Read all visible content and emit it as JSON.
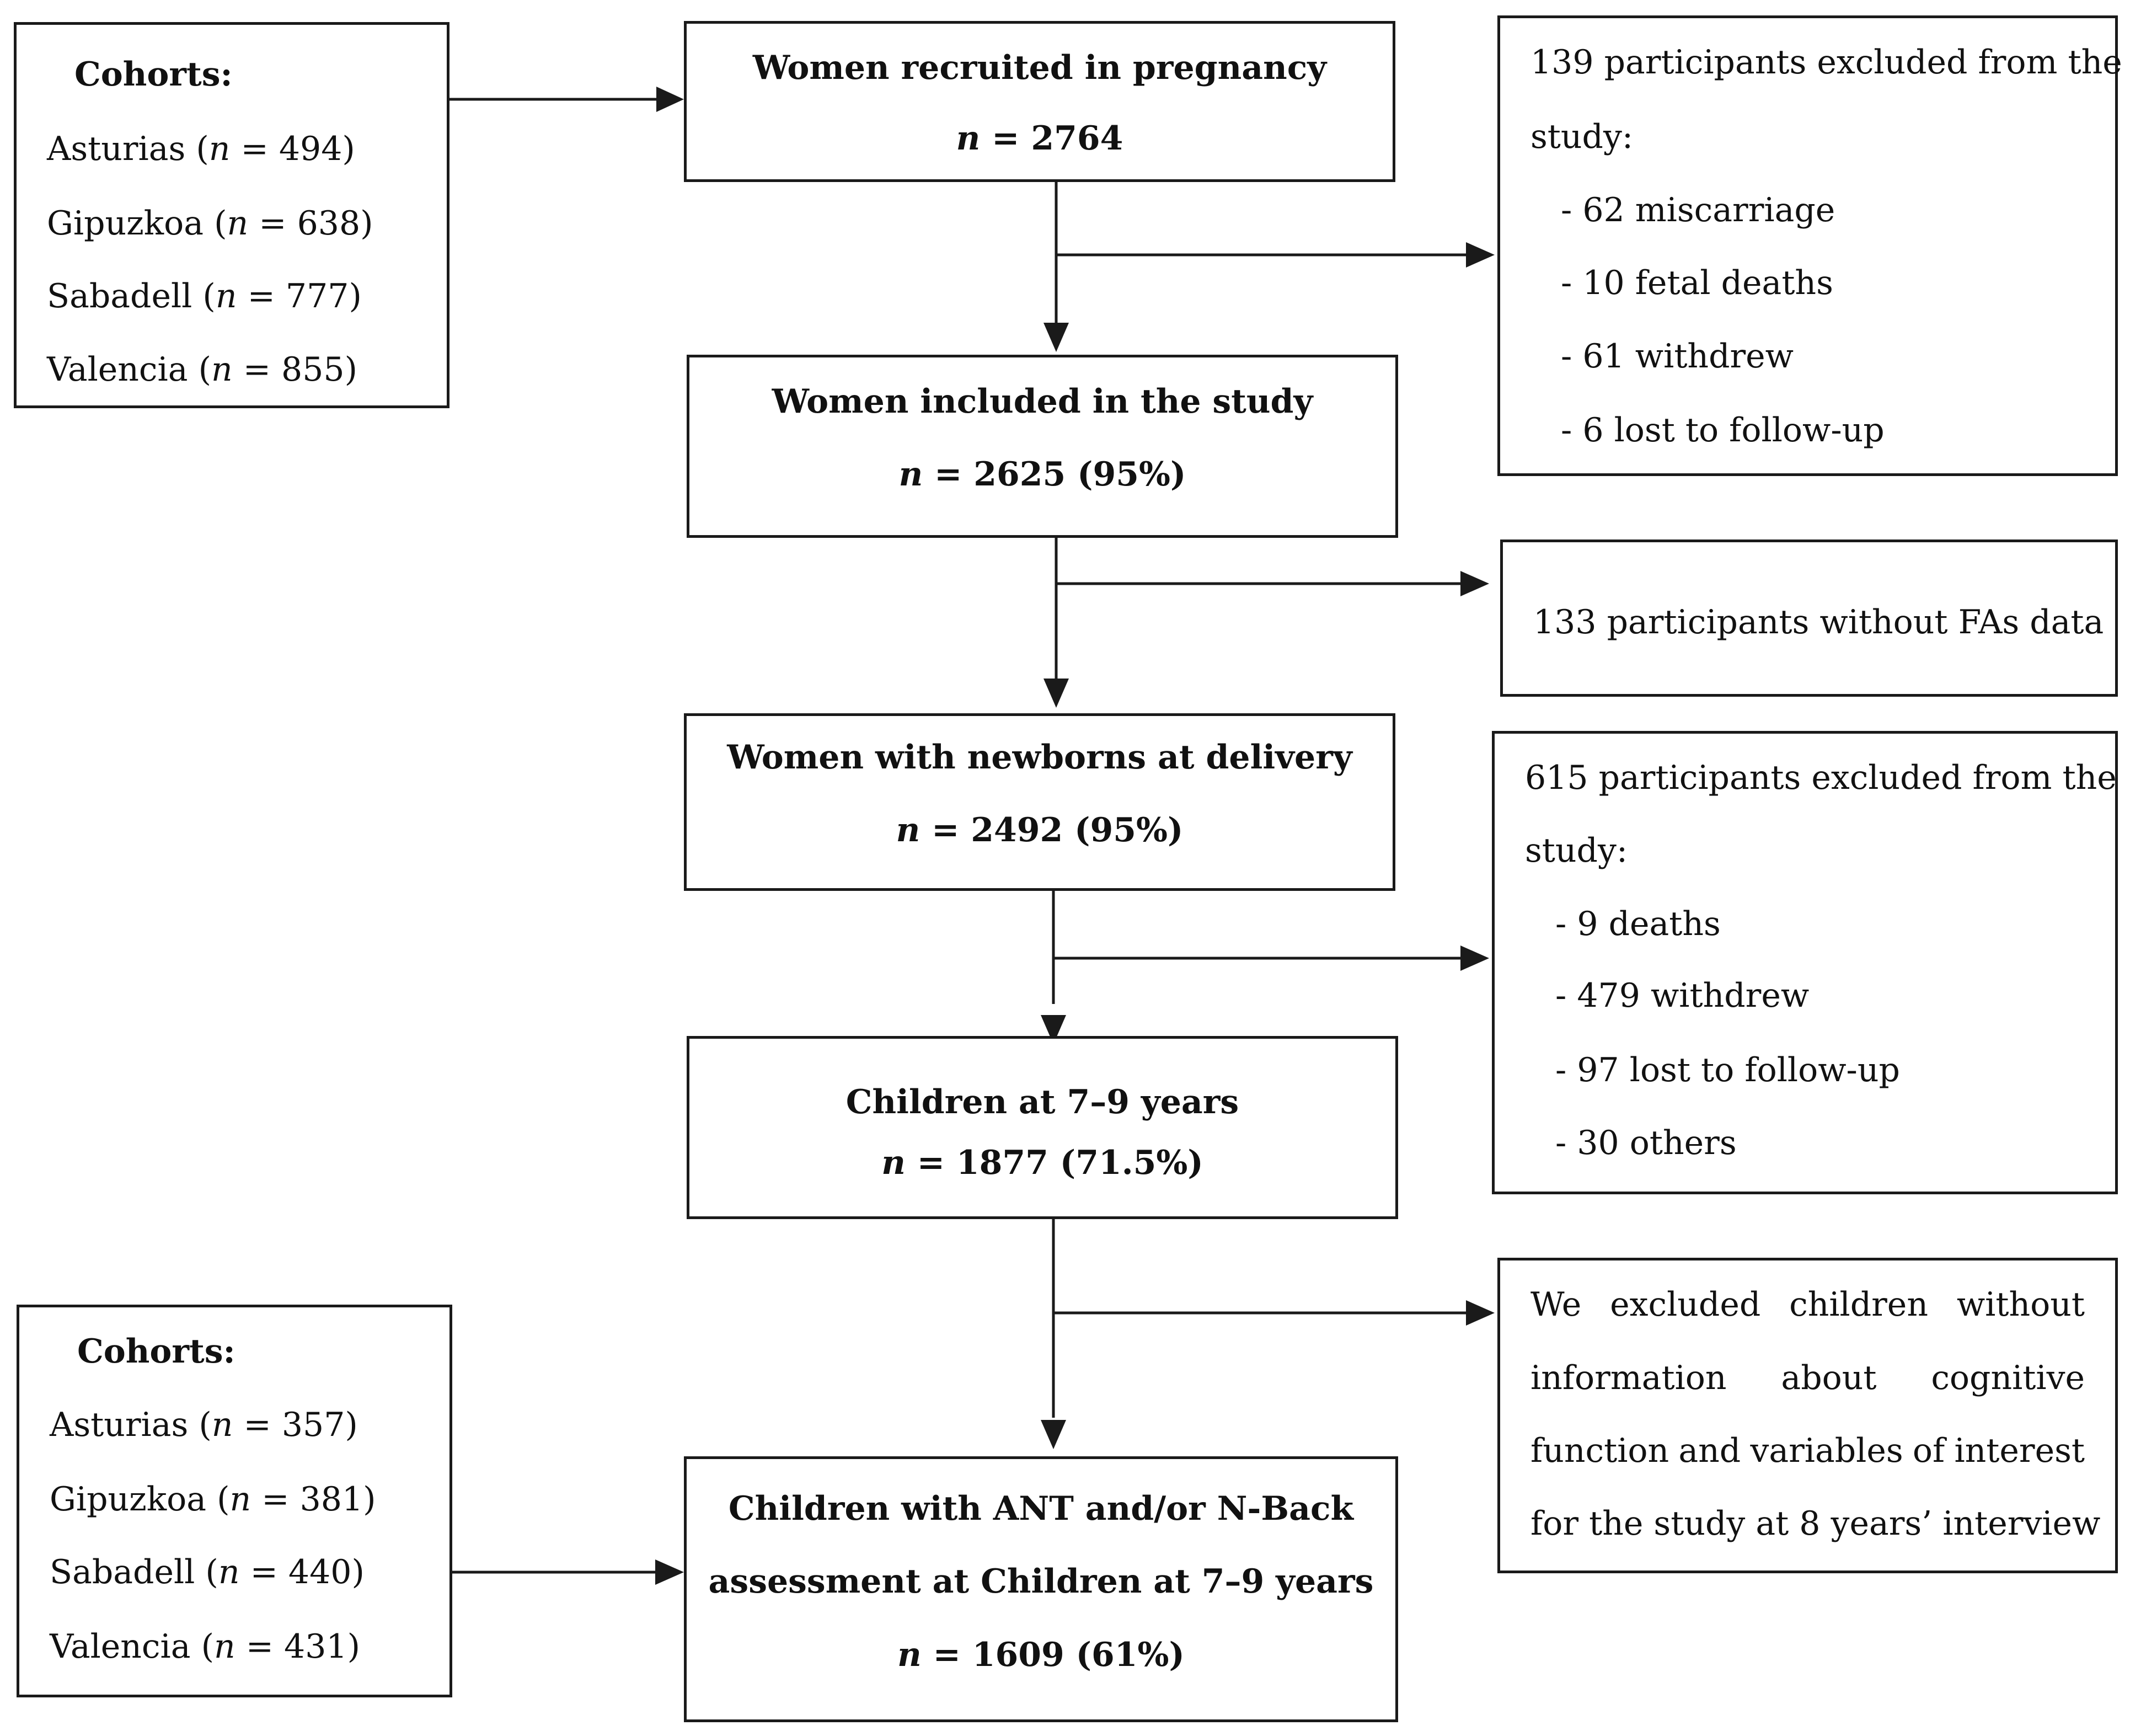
{
  "cohorts_top": {
    "title": "Cohorts:",
    "items": [
      {
        "name": "Asturias",
        "n_label": "n",
        "eq": " = 494)"
      },
      {
        "name": "Gipuzkoa",
        "n_label": "n",
        "eq": " = 638)"
      },
      {
        "name": "Sabadell",
        "n_label": "n",
        "eq": " = 777)"
      },
      {
        "name": "Valencia",
        "n_label": "n",
        "eq": " = 855)"
      }
    ]
  },
  "cohorts_bottom": {
    "title": "Cohorts:",
    "items": [
      {
        "name": "Asturias",
        "n_label": "n",
        "eq": " = 357)"
      },
      {
        "name": "Gipuzkoa",
        "n_label": "n",
        "eq": " = 381)"
      },
      {
        "name": "Sabadell",
        "n_label": "n",
        "eq": " = 440)"
      },
      {
        "name": "Valencia",
        "n_label": "n",
        "eq": " = 431)"
      }
    ]
  },
  "steps": [
    {
      "title": "Women recruited in pregnancy",
      "n_label": "n",
      "value": " = 2764"
    },
    {
      "title": "Women included in the study",
      "n_label": "n",
      "value": " = 2625 (95%)"
    },
    {
      "title": "Women with newborns at delivery",
      "n_label": "n",
      "value": " = 2492 (95%)"
    },
    {
      "title": "Children at 7–9 years",
      "n_label": "n",
      "value": " = 1877 (71.5%)"
    },
    {
      "title_line1": "Children with ANT and/or N-Back",
      "title_line2": "assessment at Children at 7–9 years",
      "n_label": "n",
      "value": " = 1609 (61%)"
    }
  ],
  "exclusions": {
    "first": {
      "line1": "139 participants excluded from the",
      "line2": "study:",
      "items": [
        "- 62 miscarriage",
        "- 10 fetal deaths",
        "- 61 withdrew",
        "- 6 lost to follow-up"
      ]
    },
    "second": {
      "text": "133 participants without FAs data"
    },
    "third": {
      "line1": "615 participants excluded from the",
      "line2": "study:",
      "items": [
        "- 9 deaths",
        "- 479 withdrew",
        "- 97 lost to follow-up",
        "- 30 others"
      ]
    },
    "fourth": {
      "lines": [
        [
          "We",
          "excluded",
          "children",
          "without"
        ],
        [
          "information",
          "about",
          "cognitive"
        ],
        [
          "function",
          "and",
          "variables",
          "of",
          "interest"
        ]
      ],
      "last_line": "for the study at 8 years’ interview"
    }
  }
}
